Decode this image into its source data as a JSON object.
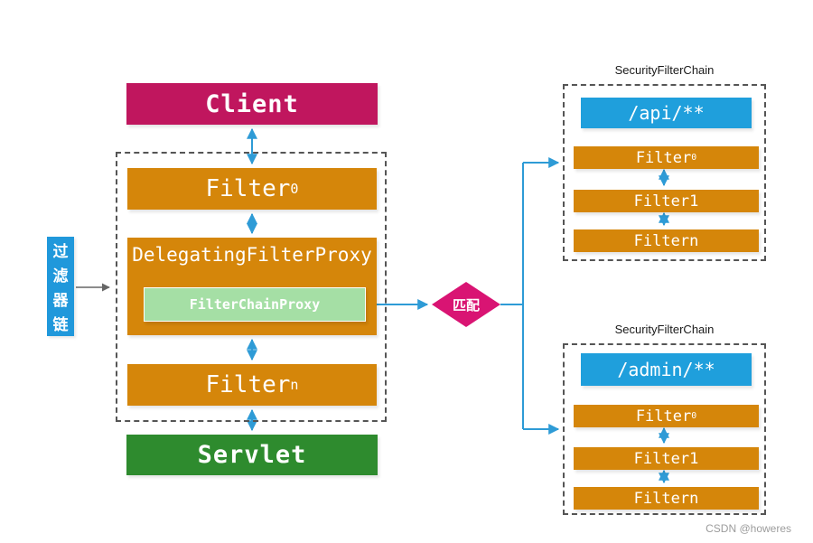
{
  "colors": {
    "client_bg": "#C0165E",
    "filter_orange_bg": "#D5860A",
    "servlet_green_bg": "#2E8B2E",
    "filter_chain_proxy_bg": "#A5DFA5",
    "matcher_blue_bg": "#1F9FDC",
    "vertical_label_bg": "#2098DB",
    "diamond_bg": "#D91473",
    "arrow_blue": "#2E9BD6",
    "arrow_gray": "#666666",
    "dashed_border": "#555555"
  },
  "left_label": {
    "text": "过滤器链",
    "chars": [
      "过",
      "滤",
      "器",
      "链"
    ]
  },
  "main": {
    "client": "Client",
    "filter0": {
      "base": "Filter",
      "sub": "0"
    },
    "delegating_title": "DelegatingFilterProxy",
    "filter_chain_proxy": "FilterChainProxy",
    "filtern": {
      "base": "Filter",
      "sub": "n"
    },
    "servlet": "Servlet"
  },
  "diamond": {
    "label": "匹配"
  },
  "chains": [
    {
      "title": "SecurityFilterChain",
      "matcher": "/api/**",
      "filters": [
        {
          "base": "Filter",
          "sub": "0"
        },
        {
          "base": "Filter1",
          "sub": ""
        },
        {
          "base": "Filtern",
          "sub": ""
        }
      ]
    },
    {
      "title": "SecurityFilterChain",
      "matcher": "/admin/**",
      "filters": [
        {
          "base": "Filter",
          "sub": "0"
        },
        {
          "base": "Filter1",
          "sub": ""
        },
        {
          "base": "Filtern",
          "sub": ""
        }
      ]
    }
  ],
  "watermark": "CSDN @howeres"
}
